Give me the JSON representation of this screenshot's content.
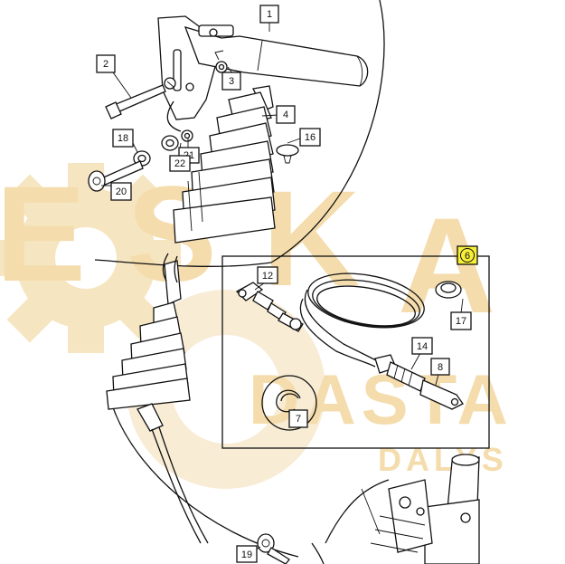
{
  "watermark": {
    "letters": [
      "E",
      "S",
      "K",
      "A"
    ],
    "word2": "DASTA",
    "word3": "DALYS",
    "color": "#f3d9a4"
  },
  "callouts": {
    "c1": "1",
    "c2": "2",
    "c3": "3",
    "c4": "4",
    "c6": "6",
    "c7": "7",
    "c8": "8",
    "c12": "12",
    "c14": "14",
    "c16": "16",
    "c17": "17",
    "c18": "18",
    "c19": "19",
    "c20": "20",
    "c21": "21",
    "c22": "22"
  },
  "highlight_color": "#f6ef3a"
}
